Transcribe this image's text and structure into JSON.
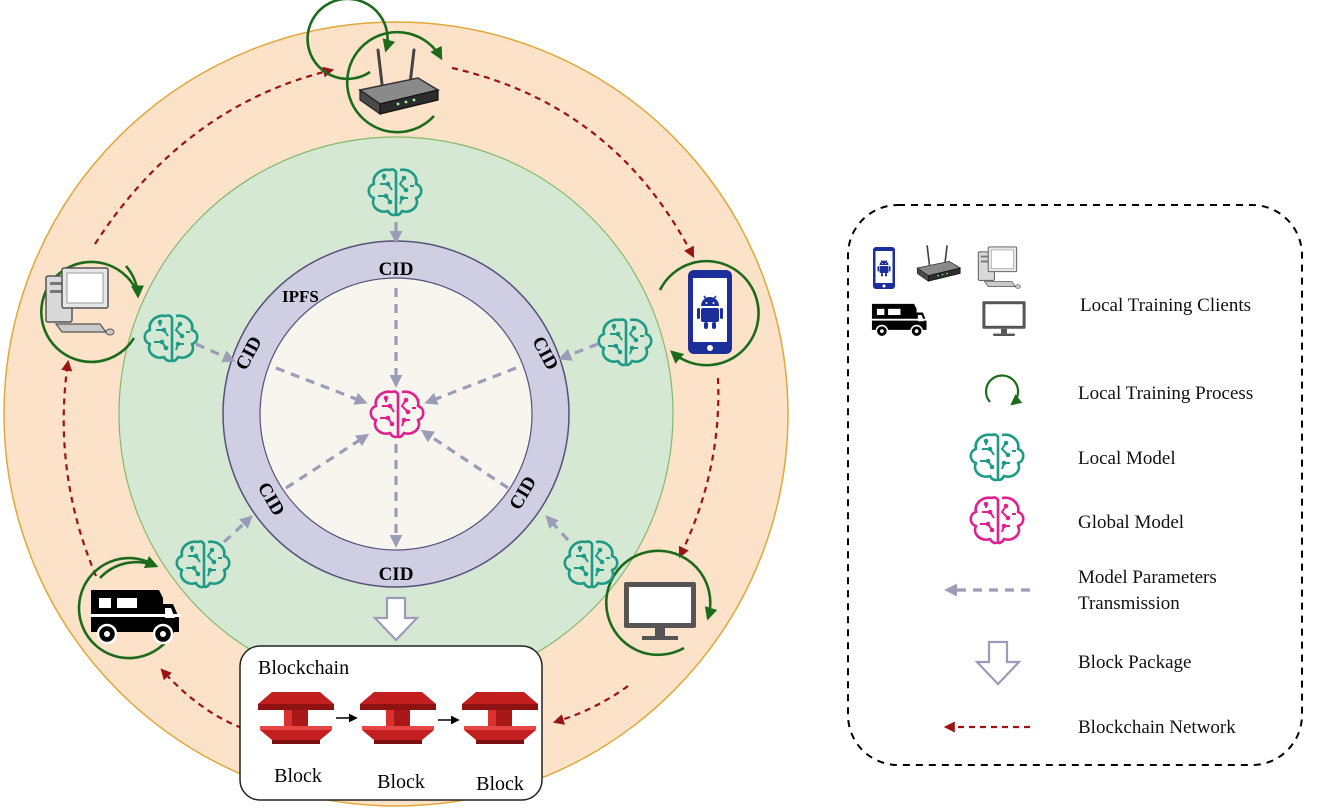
{
  "diagram": {
    "ring_labels": {
      "ipfs": "IPFS",
      "cid": [
        "CID",
        "CID",
        "CID",
        "CID",
        "CID",
        "CID"
      ]
    },
    "blockchain": {
      "title": "Blockchain",
      "blocks": [
        "Block",
        "Block",
        "Block"
      ]
    }
  },
  "legend": {
    "local_training_clients": "Local Training Clients",
    "local_training_process": "Local Training Process",
    "local_model": "Local Model",
    "global_model": "Global Model",
    "model_params_line1": "Model Parameters",
    "model_params_line2": "Transmission",
    "block_package": "Block Package",
    "blockchain_network": "Blockchain Network"
  },
  "colors": {
    "outer_ring": "#fbe2c8",
    "green_ring": "#d5e8d4",
    "ipfs_ring": "#d0cee2",
    "core": "#f7f5ee",
    "local_model": "#1f9a86",
    "global_model": "#e0208e",
    "training_arrow": "#1b6b1b",
    "blockchain_arrow": "#9b1414",
    "param_arrow": "#9c9bb8",
    "block": "#c21f1f"
  }
}
